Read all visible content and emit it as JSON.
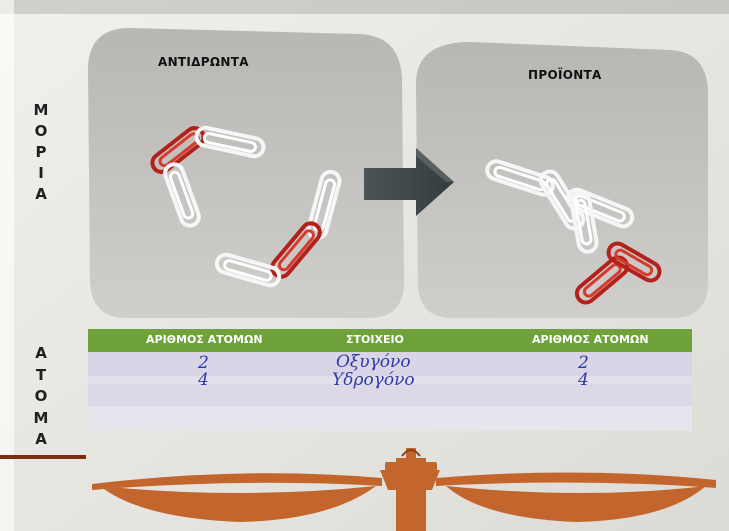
{
  "side_labels": {
    "molecules": [
      "Μ",
      "Ο",
      "Ρ",
      "Ι",
      "Α"
    ],
    "atoms": [
      "Α",
      "Τ",
      "Ο",
      "Μ",
      "Α"
    ]
  },
  "panels": {
    "reactants_title": "ΑΝΤΙΔΡΩΝΤΑ",
    "products_title": "ΠΡΟΪΟΝΤΑ"
  },
  "table": {
    "headers": [
      "ΑΡΙΘΜΟΣ ΑΤΟΜΩΝ",
      "ΣΤΟΙΧΕΙΟ",
      "ΑΡΙΘΜΟΣ ΑΤΟΜΩΝ"
    ],
    "rows": [
      {
        "left": "2",
        "element": "Οξυγόνο",
        "right": "2"
      },
      {
        "left": "4",
        "element": "Υδρογόνο",
        "right": "4"
      }
    ]
  },
  "colors": {
    "header_green": "#6fa23a",
    "balance_orange": "#c2662e",
    "paperclip_red": "#c9261f",
    "paperclip_white": "#f4f4f4",
    "handwriting_blue": "#2d3aa8"
  }
}
